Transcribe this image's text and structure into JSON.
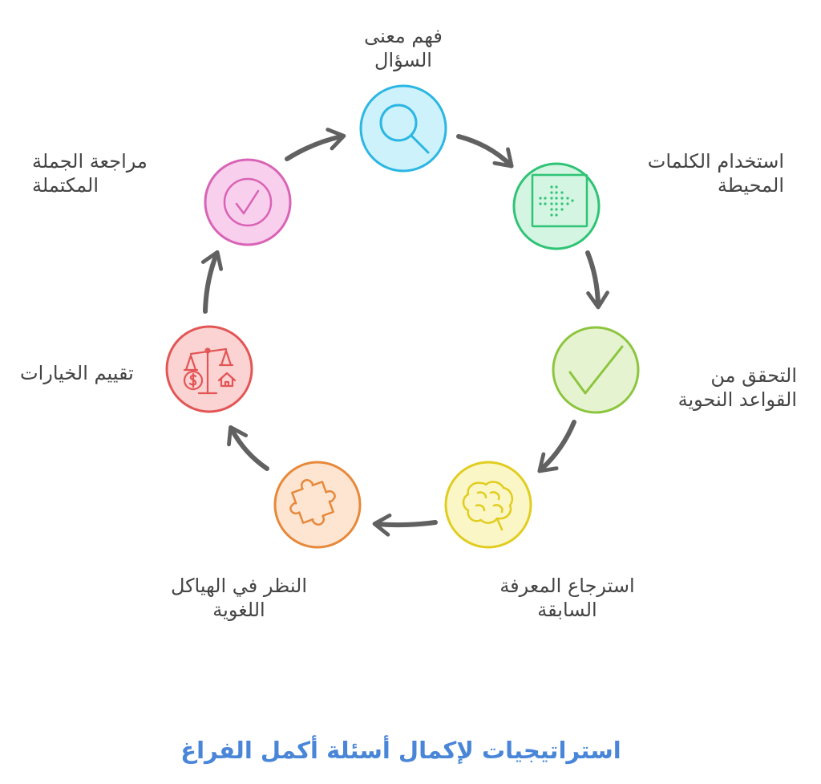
{
  "title": "استراتيجيات لإكمال أسئلة أكمل الفراغ",
  "steps": [
    {
      "line1": "فهم معنى",
      "line2": "السؤال",
      "icon": "magnifier-icon",
      "fill": "#cdf2fb",
      "stroke": "#2bb6e3"
    },
    {
      "line1": "استخدام الكلمات",
      "line2": "المحيطة",
      "icon": "dotted-arrow-icon",
      "fill": "#d3f5e2",
      "stroke": "#2fc375"
    },
    {
      "line1": "التحقق من",
      "line2": "القواعد النحوية",
      "icon": "checkmark-icon",
      "fill": "#e6f3d0",
      "stroke": "#8cc53e"
    },
    {
      "line1": "استرجاع المعرفة",
      "line2": "السابقة",
      "icon": "brain-icon",
      "fill": "#fbf6c6",
      "stroke": "#e1cd1f"
    },
    {
      "line1": "النظر في الهياكل",
      "line2": "اللغوية",
      "icon": "puzzle-icon",
      "fill": "#fde5d1",
      "stroke": "#e7883a"
    },
    {
      "line1": "تقييم الخيارات",
      "line2": "",
      "icon": "balance-scale-icon",
      "fill": "#fbd3d3",
      "stroke": "#e35555"
    },
    {
      "line1": "مراجعة الجملة",
      "line2": "المكتملة",
      "icon": "check-circle-icon",
      "fill": "#f8cfec",
      "stroke": "#d963b6"
    }
  ],
  "colors": {
    "arrow": "#616161",
    "text": "#444444",
    "title": "#4a86d8"
  }
}
